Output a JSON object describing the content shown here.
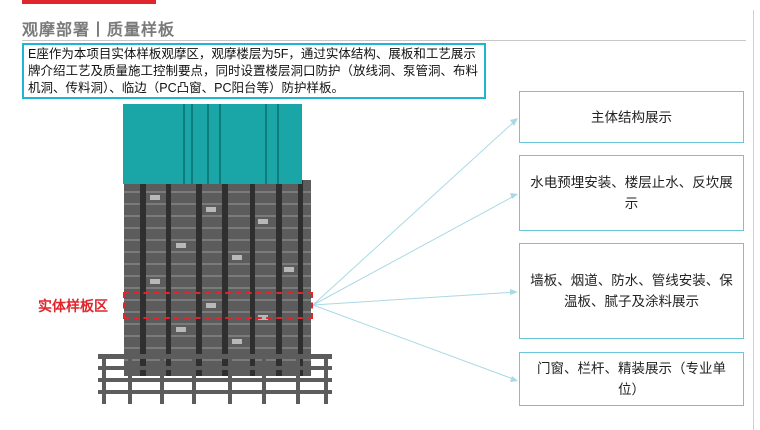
{
  "header": {
    "title": "观摩部署丨质量样板"
  },
  "description": {
    "text": "E座作为本项目实体样板观摩区，观摩楼层为5F，通过实体结构、展板和工艺展示牌介绍工艺及质量施工控制要点，同时设置楼层洞口防护（放线洞、泵管洞、布料机洞、传料洞）、临边（PC凸窗、PC阳台等）防护样板。"
  },
  "callout": {
    "label": "实体样板区"
  },
  "boxes": [
    {
      "text": "主体结构展示"
    },
    {
      "text": "水电预埋安装、楼层止水、反坎展示"
    },
    {
      "text": "墙板、烟道、防水、管线安装、保温板、腻子及涂料展示"
    },
    {
      "text": "门窗、栏杆、精装展示（专业单位）"
    }
  ],
  "colors": {
    "accent_red": "#e0262c",
    "border_cyan": "#1eb4d2",
    "roof_teal": "#1aa6a6",
    "structure_gray": "#5c5c5c"
  }
}
